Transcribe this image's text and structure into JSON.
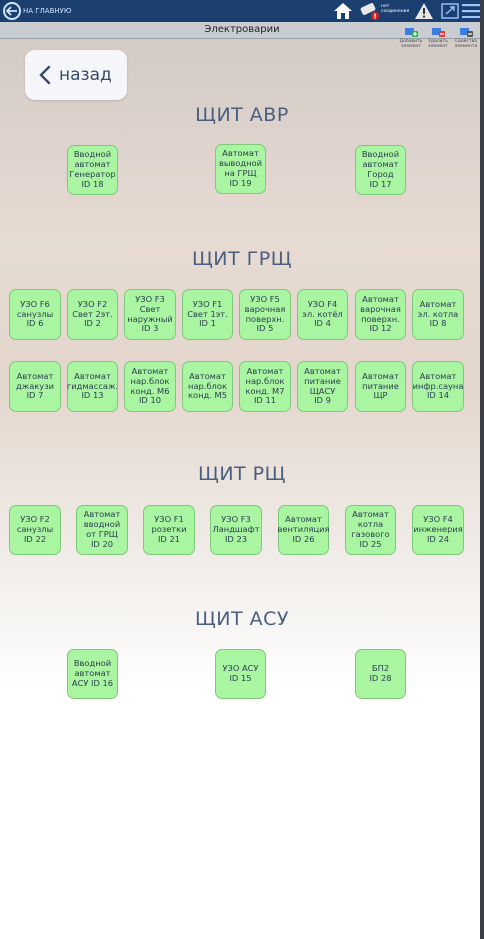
{
  "topbar": {
    "home_label": "НА ГЛАВНУЮ",
    "connection_status": "нет соединения"
  },
  "window": {
    "title": "Электроварии"
  },
  "toolbar": {
    "add": "Добавить элемент",
    "delete": "Удалить элемент",
    "properties": "Свойства элемента"
  },
  "back_label": "назад",
  "sections": [
    {
      "title": "ЩИТ АВР",
      "tiles": [
        "Вводной\nавтомат\nГенератор\nID 18",
        "Автомат\nвыводной\nна ГРЩ\nID 19",
        "Вводной\nавтомат\nГород\nID 17"
      ]
    },
    {
      "title": "ЩИТ ГРЩ",
      "tiles": [
        "УЗО F6\nсанузлы\nID 6",
        "УЗО F2\nСвет 2эт.\nID 2",
        "УЗО F3\nСвет\nнаружный\nID 3",
        "УЗО F1\nСвет 1эт.\nID 1",
        "УЗО F5\nварочная\nповерхн.\nID 5",
        "УЗО F4\nэл. котёл\nID 4",
        "Автомат\nварочная\nповерхн.\nID 12",
        "Автомат\nэл. котла\nID 8",
        "Автомат\nджакузи\nID 7",
        "Автомат\nгидмассаж.\nID 13",
        "Автомат\nнар.блок\nконд. М6\nID 10",
        "Автомат\nнар.блок\nконд. М5",
        "Автомат\nнар.блок\nконд. М7\nID 11",
        "Автомат\nпитание\nЩАСУ\nID 9",
        "Автомат\nпитание\nЩР",
        "Автомат\nинфр.сауна\nID 14"
      ]
    },
    {
      "title": "ЩИТ РЩ",
      "tiles": [
        "УЗО F2\nсанузлы\nID 22",
        "Автомат\nвводной\nот ГРЩ\nID 20",
        "УЗО F1\nрозетки\nID 21",
        "УЗО F3\nЛандшафт\nID 23",
        "Автомат\nвентиляция\nID 26",
        "Автомат\nкотла\nгазового\nID 25",
        "УЗО F4\nинженерия\nID 24"
      ]
    },
    {
      "title": "ЩИТ АСУ",
      "tiles": [
        "Вводной\nавтомат\nАСУ ID 16",
        "УЗО АСУ\nID 15",
        "БП2\nID 28"
      ]
    }
  ],
  "colors": {
    "tile_fill": "#a9f5a2",
    "tile_border": "#7fc97a",
    "section_title": "#4a5f80",
    "topbar": "#1b3f6e"
  }
}
